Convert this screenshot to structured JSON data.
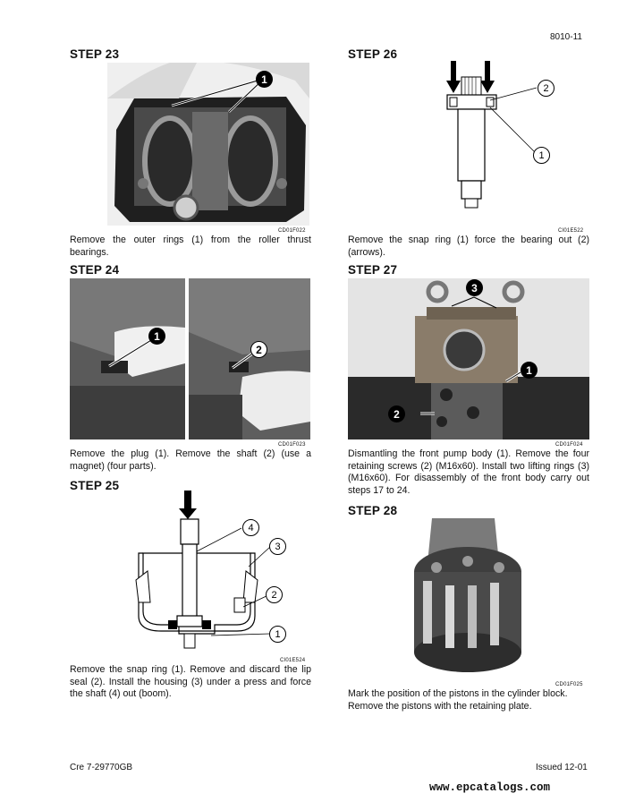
{
  "header": {
    "page_number": "8010-11"
  },
  "steps": {
    "s23": {
      "title": "STEP 23",
      "code": "CD01F022",
      "callouts": [
        "1"
      ],
      "text": "Remove the outer rings (1) from the roller thrust bearings."
    },
    "s24": {
      "title": "STEP 24",
      "code": "CD01F023",
      "callouts": [
        "1",
        "2"
      ],
      "text": "Remove the plug (1). Remove the shaft (2) (use a magnet) (four parts)."
    },
    "s25": {
      "title": "STEP 25",
      "code": "CI01E524",
      "callouts": [
        "4",
        "3",
        "2",
        "1"
      ],
      "text": "Remove the snap ring (1). Remove and discard the lip seal (2). Install the housing (3) under a press and force the shaft (4) out (boom)."
    },
    "s26": {
      "title": "STEP 26",
      "code": "CI01E522",
      "callouts": [
        "2",
        "1"
      ],
      "text": "Remove the snap ring (1) force the bearing out (2) (arrows)."
    },
    "s27": {
      "title": "STEP 27",
      "code": "CD01F024",
      "callouts": [
        "3",
        "1",
        "2"
      ],
      "text": "Dismantling the front pump body (1). Remove the four retaining screws (2) (M16x60). Install two lifting rings (3) (M16x60). For disassembly of the front body carry out steps 17 to 24."
    },
    "s28": {
      "title": "STEP 28",
      "code": "CD01F025",
      "text": "Mark the position of the pistons in the cylinder block. Remove the pistons with the retaining plate."
    }
  },
  "footer": {
    "left": "Cre  7-29770GB",
    "right": "Issued 12-01",
    "watermark": "www.epcatalogs.com"
  }
}
